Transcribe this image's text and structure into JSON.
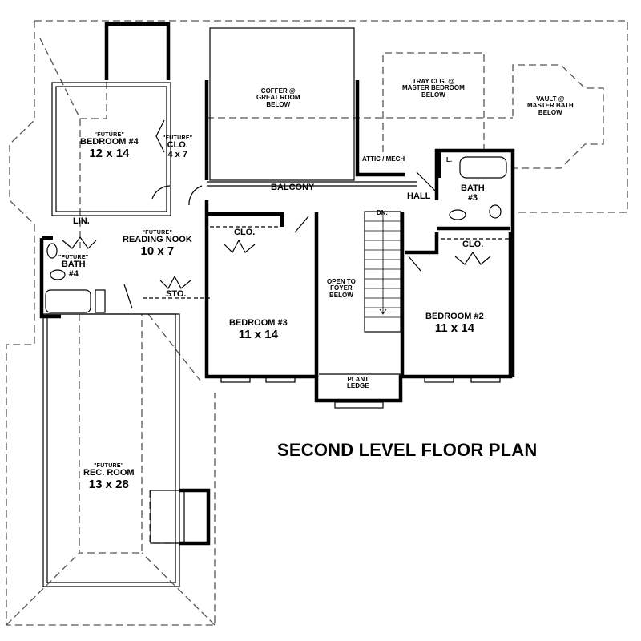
{
  "title": "SECOND LEVEL FLOOR PLAN",
  "rooms": {
    "bedroom4": {
      "tag": "\"FUTURE\"",
      "name": "BEDROOM #4",
      "dims": "12 x 14"
    },
    "closet_future": {
      "tag": "\"FUTURE\"",
      "name": "CLO.",
      "dims": "4 x 7"
    },
    "coffer": {
      "line1": "COFFER @",
      "line2": "GREAT ROOM",
      "line3": "BELOW"
    },
    "tray": {
      "line1": "TRAY CLG. @",
      "line2": "MASTER BEDROOM",
      "line3": "BELOW"
    },
    "vault": {
      "line1": "VAULT @",
      "line2": "MASTER BATH",
      "line3": "BELOW"
    },
    "attic": {
      "name": "ATTIC / MECH"
    },
    "linen_small": {
      "name": "L."
    },
    "balcony": {
      "name": "BALCONY"
    },
    "hall": {
      "name": "HALL"
    },
    "bath3": {
      "name": "BATH",
      "num": "#3"
    },
    "linen": {
      "name": "LIN."
    },
    "reading_nook": {
      "tag": "\"FUTURE\"",
      "name": "READING NOOK",
      "dims": "10 x 7"
    },
    "bath4": {
      "tag": "\"FUTURE\"",
      "name": "BATH",
      "num": "#4"
    },
    "storage": {
      "name": "STO."
    },
    "closet3": {
      "name": "CLO."
    },
    "closet2": {
      "name": "CLO."
    },
    "stairs": {
      "name": "DN."
    },
    "open_foyer": {
      "line1": "OPEN TO",
      "line2": "FOYER",
      "line3": "BELOW"
    },
    "bedroom3": {
      "name": "BEDROOM #3",
      "dims": "11 x 14"
    },
    "bedroom2": {
      "name": "BEDROOM #2",
      "dims": "11 x 14"
    },
    "plant_ledge": {
      "line1": "PLANT",
      "line2": "LEDGE"
    },
    "rec_room": {
      "tag": "\"FUTURE\"",
      "name": "REC. ROOM",
      "dims": "13 x 28"
    }
  }
}
